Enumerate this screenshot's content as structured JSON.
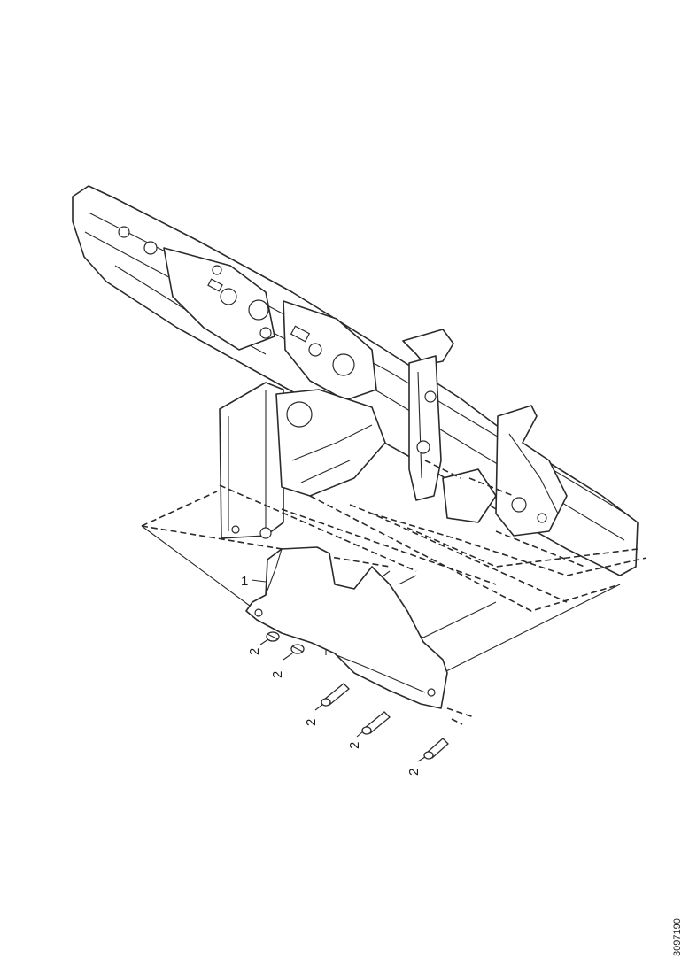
{
  "diagram": {
    "callouts": [
      {
        "id": "c1",
        "text": "1"
      },
      {
        "id": "c2",
        "text": "2"
      },
      {
        "id": "c3",
        "text": "2"
      },
      {
        "id": "c4",
        "text": "2"
      },
      {
        "id": "c5",
        "text": "2"
      },
      {
        "id": "c6",
        "text": "2"
      }
    ],
    "drawing_code": "3097190"
  }
}
